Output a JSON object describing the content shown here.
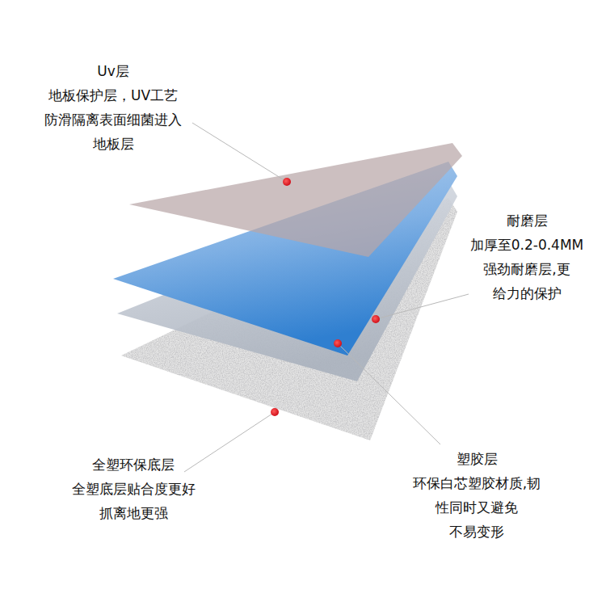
{
  "diagram": {
    "labels": [
      "Uv层",
      "地板保护层，UV工艺 防滑隔离表面细菌进入 地板层",
      "耐磨层",
      "加厚至0.2-0.4MM 强劲耐磨层,更 给力的保护",
      "塑胶层",
      "环保白芯塑胶材质,韧 性同时又避免 不易变形",
      "全塑环保底层",
      "全塑底层贴合度更好 抓离地更强"
    ]
  }
}
